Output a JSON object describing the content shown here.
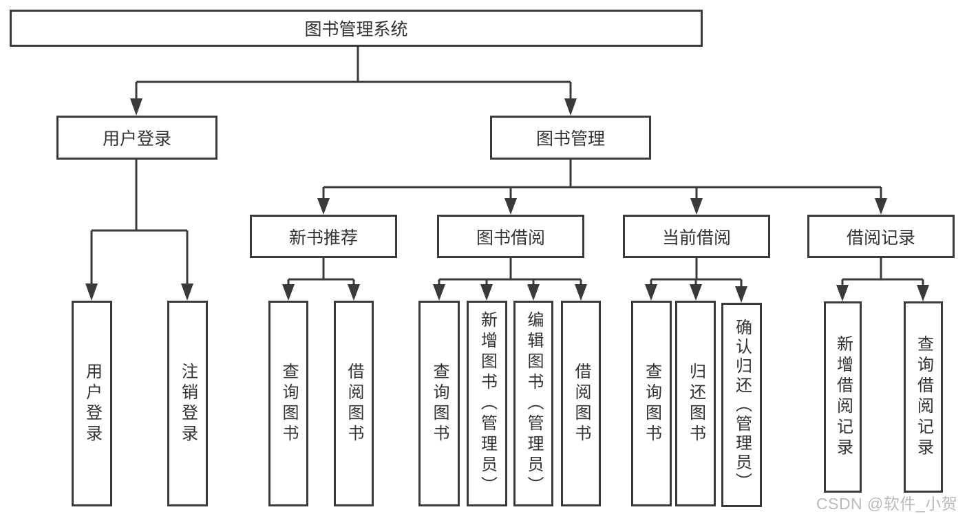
{
  "diagram": {
    "root_label": "图书管理系统",
    "user_login": {
      "label": "用户登录",
      "children": [
        "用户登录",
        "注销登录"
      ]
    },
    "book_management": {
      "label": "图书管理",
      "new_book": {
        "label": "新书推荐",
        "children": [
          "查询图书",
          "借阅图书"
        ]
      },
      "borrow": {
        "label": "图书借阅",
        "children": [
          "查询图书",
          "新增图书（管理员）",
          "编辑图书（管理员）",
          "借阅图书"
        ]
      },
      "current": {
        "label": "当前借阅",
        "children": [
          "查询图书",
          "归还图书",
          "确认归还（管理员）"
        ]
      },
      "records": {
        "label": "借阅记录",
        "children": [
          "新增借阅记录",
          "查询借阅记录"
        ]
      }
    }
  },
  "watermark": "CSDN @软件_小贺同学",
  "colors": {
    "line": "#3a3a3a",
    "text": "#333333",
    "watermark": "#b5b5b5",
    "background": "#ffffff"
  }
}
